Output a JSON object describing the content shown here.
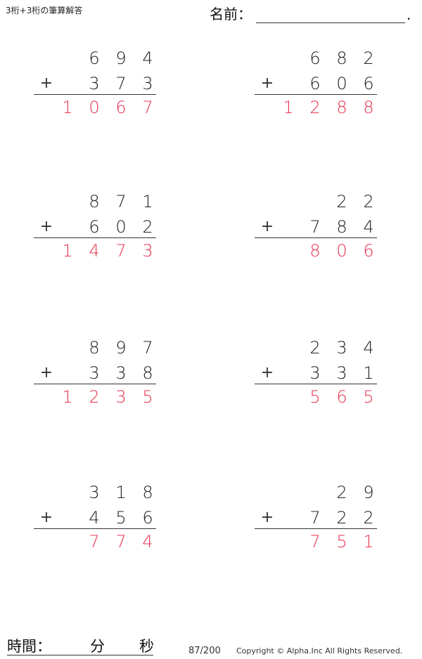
{
  "header": {
    "title": "3桁+3桁の筆算解答",
    "name_label": "名前：",
    "name_dot": "."
  },
  "problems": [
    {
      "top": "694",
      "bottom": "373",
      "answer": "1067"
    },
    {
      "top": "682",
      "bottom": "606",
      "answer": "1288"
    },
    {
      "top": "871",
      "bottom": "602",
      "answer": "1473"
    },
    {
      "top": "22",
      "bottom": "784",
      "answer": "806"
    },
    {
      "top": "897",
      "bottom": "338",
      "answer": "1235"
    },
    {
      "top": "234",
      "bottom": "331",
      "answer": "565"
    },
    {
      "top": "318",
      "bottom": "456",
      "answer": "774"
    },
    {
      "top": "29",
      "bottom": "722",
      "answer": "751"
    }
  ],
  "operator": "+",
  "footer": {
    "time_label": "時間：",
    "minutes_label": "分",
    "seconds_label": "秒",
    "page": "87/200",
    "copyright": "Copyright © Alpha.Inc All Rights Reserved."
  },
  "colors": {
    "answer": "#e8364f",
    "text": "#222222"
  }
}
